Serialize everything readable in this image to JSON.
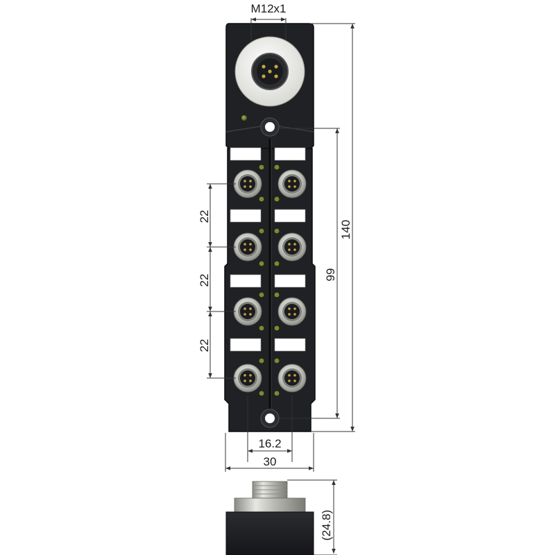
{
  "dimensions": {
    "thread": "M12x1",
    "pitch_1": "22",
    "pitch_2": "22",
    "pitch_3": "22",
    "hole_span": "99",
    "overall_length": "140",
    "connector_spacing": "16.2",
    "width": "30",
    "height": "(24.8)"
  },
  "colors": {
    "housing": "#1f2124",
    "housing_edge": "#0c0d0e",
    "label": "#ffffff",
    "led": "#7c8a2e",
    "metal": "#c8c8c4",
    "dim_line": "#333333"
  }
}
